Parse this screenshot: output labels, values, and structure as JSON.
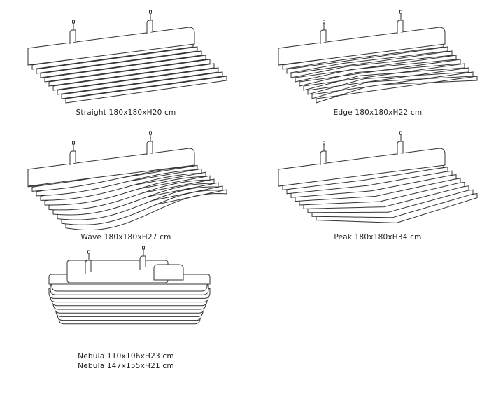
{
  "panels": [
    {
      "id": "straight",
      "caption": "Straight 180x180xH20 cm"
    },
    {
      "id": "edge",
      "caption": "Edge 180x180xH22 cm"
    },
    {
      "id": "wave",
      "caption": "Wave 180x180xH27 cm"
    },
    {
      "id": "peak",
      "caption": "Peak 180x180xH34 cm"
    },
    {
      "id": "nebula",
      "caption_lines": [
        "Nebula 110x106xH23 cm",
        "Nebula 147x155xH21 cm"
      ]
    }
  ]
}
